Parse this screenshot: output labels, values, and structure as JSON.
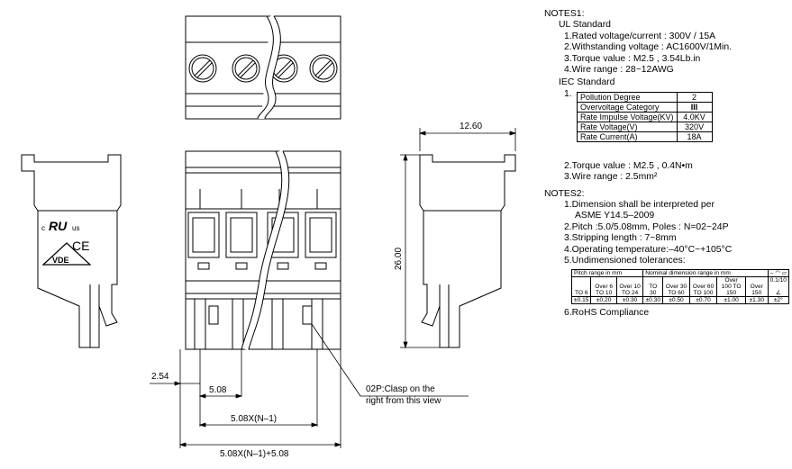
{
  "notes1": {
    "title": "NOTES1:",
    "ul_heading": "UL Standard",
    "ul_items": [
      "1.Rated voltage/current : 300V / 15A",
      "2.Withstanding voltage : AC1600V/1Min.",
      "3.Torque value : M2.5 , 3.54Lb.in",
      "4.Wire range : 28~12AWG"
    ],
    "iec_heading": "IEC Standard",
    "iec_num": "1.",
    "iec_table": [
      {
        "label": "Pollution Degree",
        "value": "2"
      },
      {
        "label": "Overvoltage Category",
        "value": "III"
      },
      {
        "label": "Rate Impulse Voltage(KV)",
        "value": "4.0KV"
      },
      {
        "label": "Rate Voltage(V)",
        "value": "320V"
      },
      {
        "label": "Rate Current(A)",
        "value": "18A"
      }
    ],
    "iec_items": [
      "2.Torque value : M2.5 , 0.4N•m",
      "3.Wire range : 2.5mm²"
    ]
  },
  "notes2": {
    "title": "NOTES2:",
    "item1_line1": "1.Dimension shall be interpreted per",
    "item1_line2": "ASME Y14.5–2009",
    "item2": "2.Pitch :5.0/5.08mm, Poles : N=02~24P",
    "item3": "3.Stripping length : 7~8mm",
    "item4": "4.Operating temperature:–40°C~+105°C",
    "item5": "5.Undimensioned tolerances:",
    "item6": "6.RoHS Compliance"
  },
  "tolerance_table": {
    "pitch_header": "Pitch range in mm",
    "nominal_header": "Nominal dimension range in mm",
    "pitch_ranges": [
      "TO 6",
      "Over 6 TO 10",
      "Over 10 TO 24"
    ],
    "nominal_ranges": [
      "TO 30",
      "Over 30 TO 60",
      "Over 60 TO 100",
      "Over 100 TO 150",
      "Over 150"
    ],
    "pitch_tol": [
      "±0.15",
      "±0.20",
      "±0.30"
    ],
    "nominal_tol": [
      "±0.30",
      "±0.50",
      "±0.70",
      "±1.00",
      "±1.30"
    ],
    "geo_tol": "0.1/10",
    "angle_tol": "±2°"
  },
  "dimensions": {
    "width_side": "12.60",
    "height": "26.00",
    "offset": "2.54",
    "pitch": "5.08",
    "span_inner": "5.08X(N–1)",
    "span_total": "5.08X(N–1)+5.08"
  },
  "callout": {
    "line1": "02P:Clasp on the",
    "line2": "right from this view"
  },
  "markings": {
    "cert_c": "c",
    "cert_us": "us",
    "ce": "CE",
    "vde": "VDE"
  }
}
